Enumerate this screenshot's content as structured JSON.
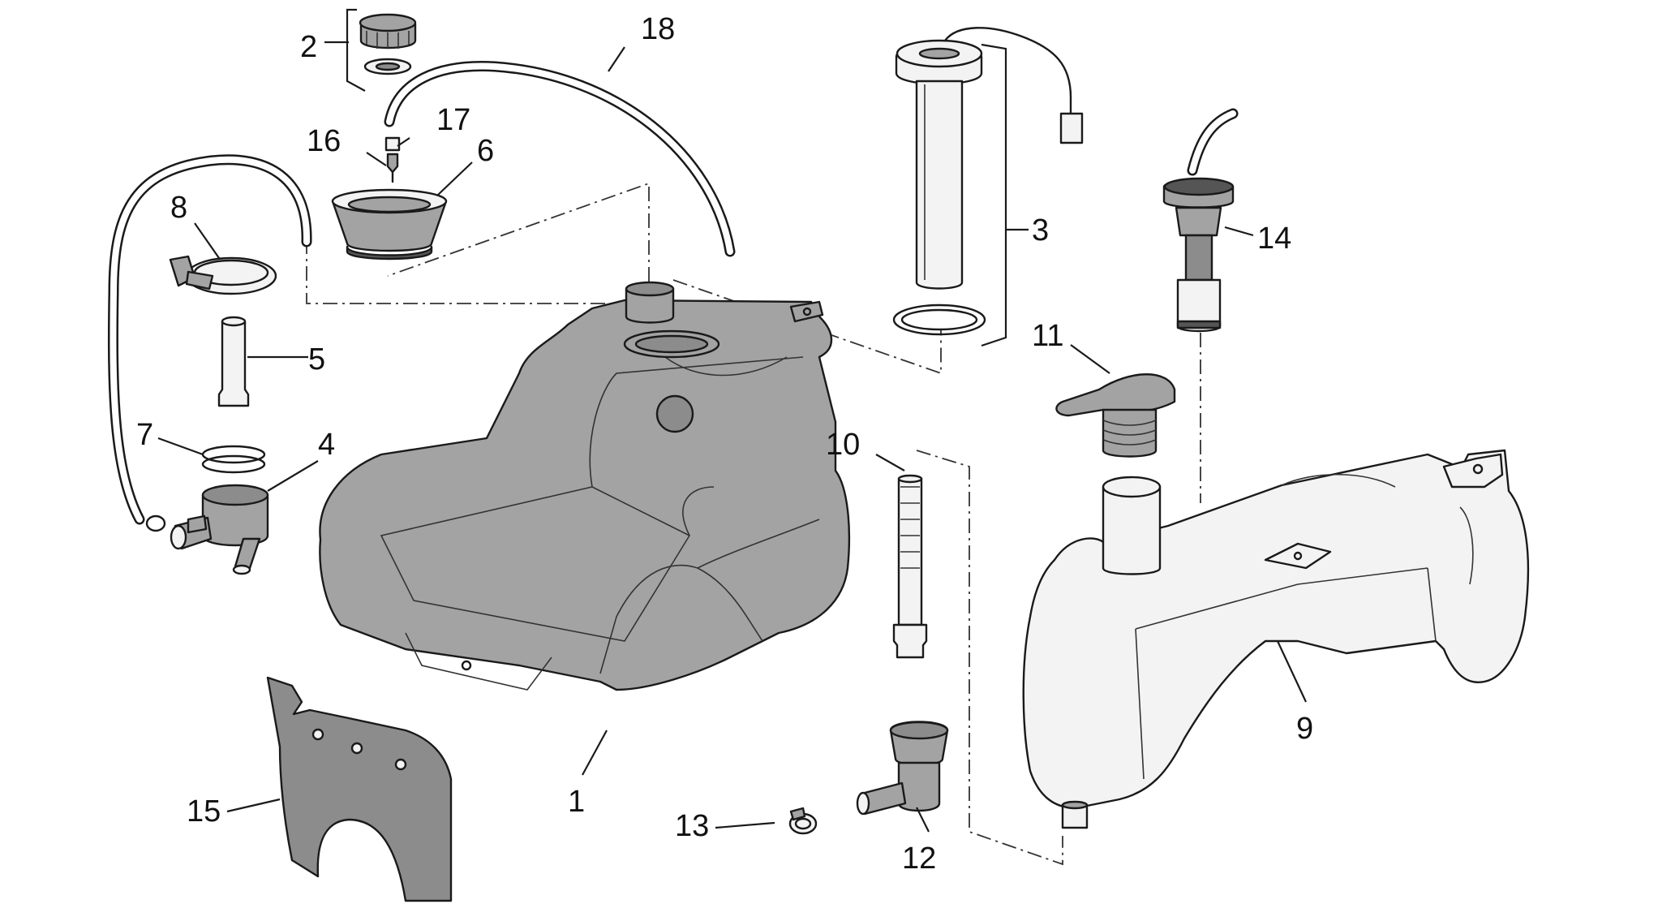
{
  "callouts": {
    "c1": "1",
    "c2": "2",
    "c3": "3",
    "c4": "4",
    "c5": "5",
    "c6": "6",
    "c7": "7",
    "c8": "8",
    "c9": "9",
    "c10": "10",
    "c11": "11",
    "c12": "12",
    "c13": "13",
    "c14": "14",
    "c15": "15",
    "c16": "16",
    "c17": "17",
    "c18": "18"
  },
  "colors": {
    "tank_fill": "#a3a3a3",
    "oil_tank_fill": "#f3f3f3",
    "line": "#1a1a1a"
  }
}
